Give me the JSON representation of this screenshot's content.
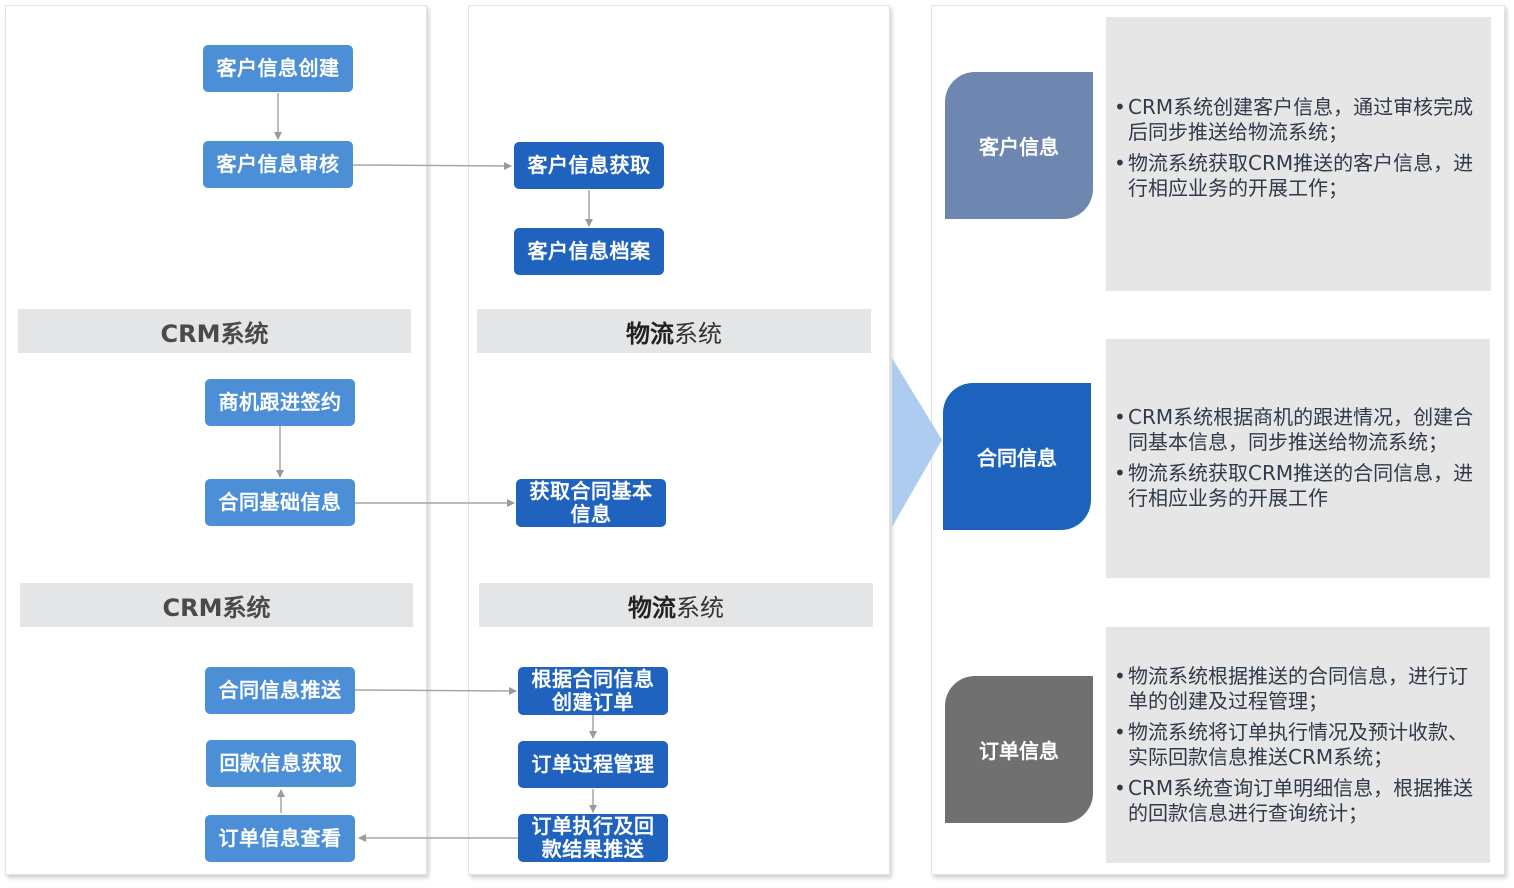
{
  "colors": {
    "crm_node": "#4d8fd6",
    "logistics_node": "#1f63bf",
    "tab_customer": "#6e87b0",
    "tab_contract": "#1d63be",
    "tab_order": "#707070",
    "band": "#e3e5e7",
    "description_bg": "#e6e6e6",
    "chevron": "#aecbf0"
  },
  "flow": {
    "customer": {
      "crm_create": "客户信息创建",
      "crm_review": "客户信息审核",
      "logi_fetch": "客户信息获取",
      "logi_archive": "客户信息档案"
    },
    "band1": {
      "crm": "CRM系统",
      "logi_bold": "物流",
      "logi_rest": "系统"
    },
    "contract": {
      "crm_follow": "商机跟进签约",
      "crm_basic": "合同基础信息",
      "logi_fetch": "获取合同基本信息"
    },
    "band2": {
      "crm": "CRM系统",
      "logi_bold": "物流",
      "logi_rest": "系统"
    },
    "order": {
      "crm_push": "合同信息推送",
      "crm_payment": "回款信息获取",
      "crm_query": "订单信息查看",
      "logi_create": "根据合同信息创建订单",
      "logi_manage": "订单过程管理",
      "logi_push": "订单执行及回款结果推送"
    }
  },
  "summary": [
    {
      "tab": "客户信息",
      "points": [
        "CRM系统创建客户信息，通过审核完成后同步推送给物流系统；",
        "物流系统获取CRM推送的客户信息，进行相应业务的开展工作；"
      ]
    },
    {
      "tab": "合同信息",
      "points": [
        "CRM系统根据商机的跟进情况，创建合同基本信息，同步推送给物流系统；",
        "物流系统获取CRM推送的合同信息，进行相应业务的开展工作"
      ]
    },
    {
      "tab": "订单信息",
      "points": [
        "物流系统根据推送的合同信息，进行订单的创建及过程管理；",
        "物流系统将订单执行情况及预计收款、实际回款信息推送CRM系统；",
        "CRM系统查询订单明细信息，根据推送的回款信息进行查询统计；"
      ]
    }
  ]
}
